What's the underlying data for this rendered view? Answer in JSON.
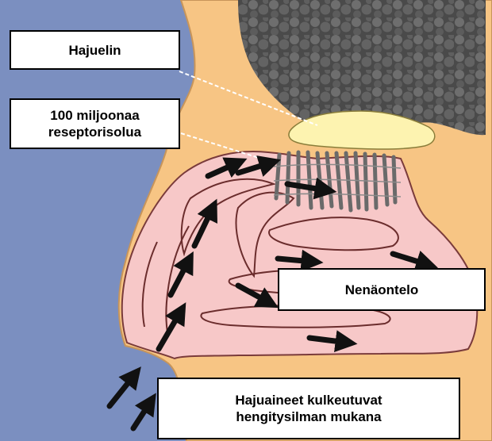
{
  "labels": {
    "olfactory_bulb": "Hajuelin",
    "receptor_cells": "100 miljoonaa\nreseptorisolua",
    "nasal_cavity": "Nenäontelo",
    "odorants": "Hajuaineet kulkeutuvat\nhengitysilman mukana"
  },
  "colors": {
    "face_background": "#7b8fc0",
    "skin": "#f7c584",
    "cavity": "#f7c8c8",
    "bulb": "#fdf3b0",
    "brain": "#555555",
    "receptor": "#6a6a6a",
    "arrow": "#111111"
  }
}
